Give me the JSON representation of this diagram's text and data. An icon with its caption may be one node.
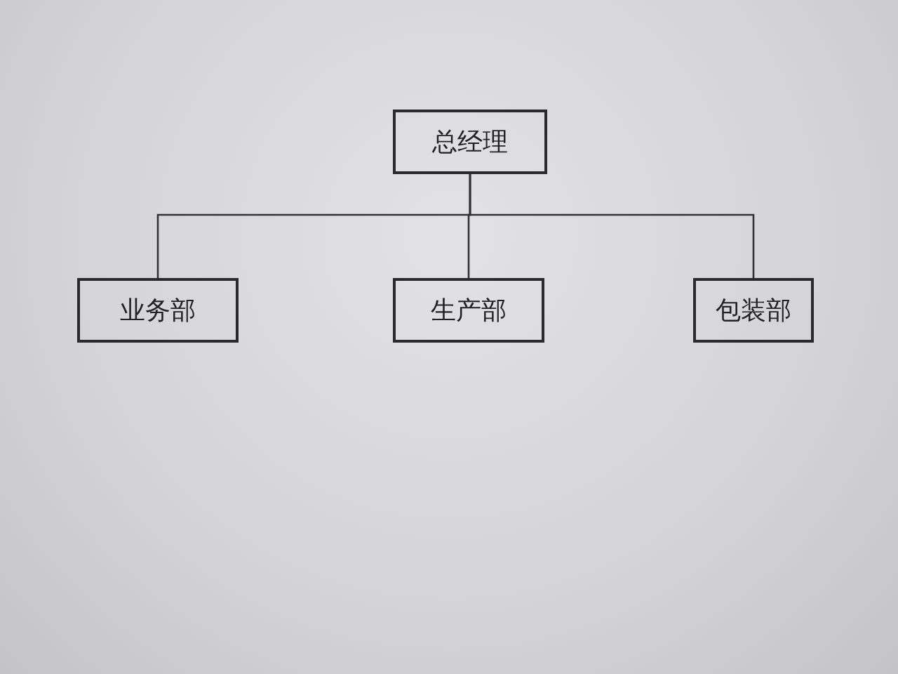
{
  "diagram": {
    "nodes": [
      {
        "text": [
          "总经理"
        ]
      },
      {
        "text": [
          "业务部"
        ]
      },
      {
        "text": [
          "生产部"
        ]
      },
      {
        "text": [
          "包装部"
        ]
      }
    ],
    "edges": [
      {
        "from": 0,
        "to": 1,
        "arrow": "none"
      },
      {
        "from": 0,
        "to": 2,
        "arrow": "none"
      },
      {
        "from": 0,
        "to": 3,
        "arrow": "none"
      }
    ]
  }
}
